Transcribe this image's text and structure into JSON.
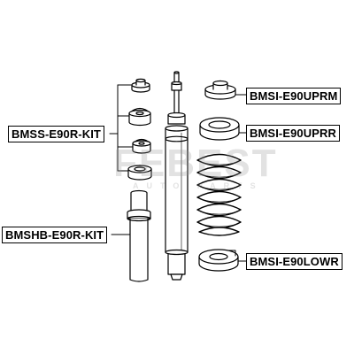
{
  "watermark": {
    "brand": "FEBEST",
    "sub": "AUTO PARTS"
  },
  "labels": {
    "upper_mount": "BMSI-E90UPRM",
    "upper_seat": "BMSI-E90UPRR",
    "lower_seat": "BMSI-E90LOWR",
    "stopper_kit": "BMSS-E90R-KIT",
    "boot_kit": "BMSHB-E90R-KIT"
  },
  "colors": {
    "line": "#000000",
    "background": "#ffffff"
  }
}
